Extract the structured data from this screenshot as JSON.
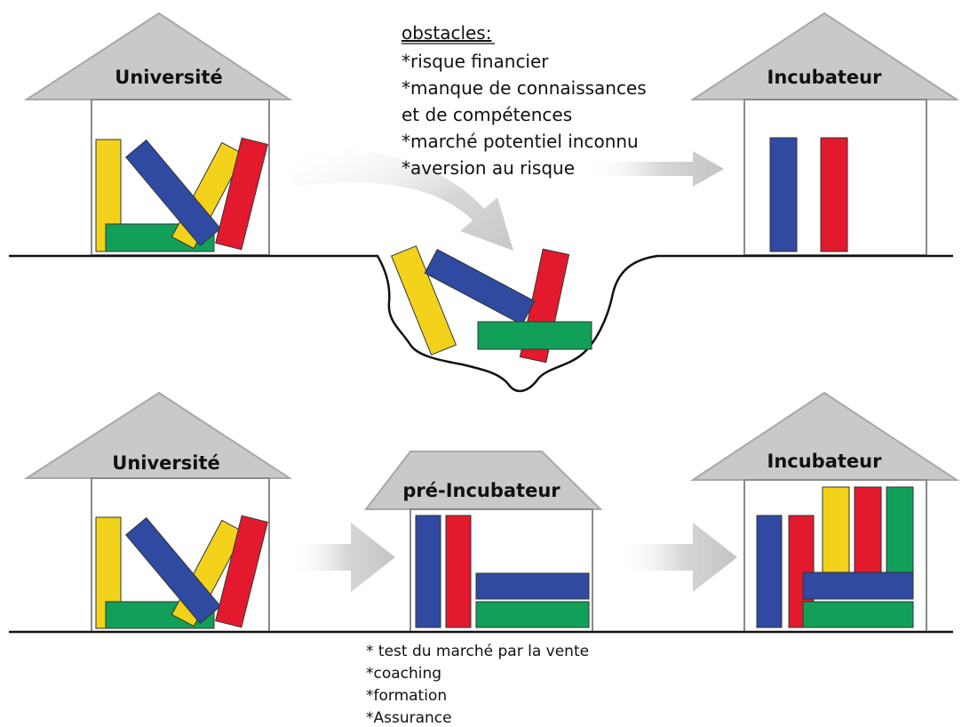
{
  "top": {
    "left_house_label": "Université",
    "right_house_label": "Incubateur",
    "obstacles": {
      "heading": "obstacles:",
      "items": [
        "*risque financier",
        "*manque de connaissances",
        "et de compétences",
        "*marché potentiel inconnu",
        "*aversion au risque"
      ]
    }
  },
  "bottom": {
    "left_house_label": "Université",
    "middle_house_label": "pré-Incubateur",
    "right_house_label": "Incubateur",
    "benefits": [
      "* test du marché par la vente",
      "*coaching",
      "*formation",
      "*Assurance"
    ]
  },
  "colors": {
    "yellow": "#f2d21b",
    "blue": "#2f4aa0",
    "red": "#e3192d",
    "green": "#12a058",
    "roof": "#c9c9c9",
    "arrow": "#d9d9d9"
  }
}
